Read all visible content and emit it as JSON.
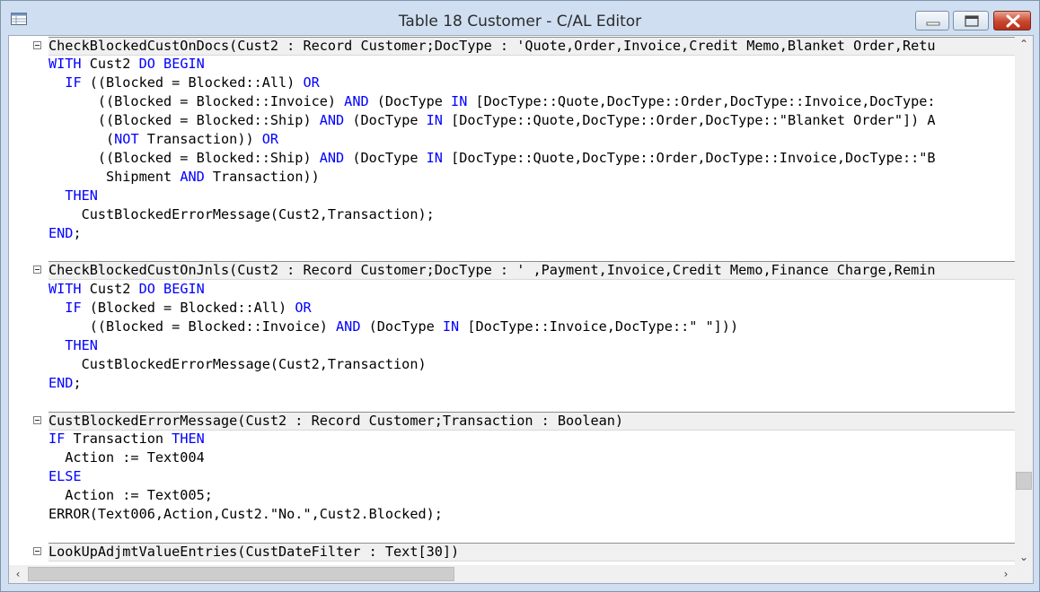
{
  "window": {
    "title": "Table 18 Customer - C/AL Editor",
    "app_icon": "table-icon",
    "buttons": [
      "minimize-icon",
      "maximize-icon",
      "close-icon"
    ],
    "close_color": "#c8452e"
  },
  "colors": {
    "keyword": "#0000ff",
    "text": "#000000",
    "proc_header_bg": "#f0f0f0"
  },
  "code_lines": [
    [
      {
        "t": "CheckBlockedCustOnDocs(Cust2 : Record Customer;DocType : 'Quote,Order,Invoice,Credit Memo,Blanket Order,Retu"
      }
    ],
    [
      {
        "t": "WITH",
        "k": 1
      },
      {
        "t": " Cust2 "
      },
      {
        "t": "DO",
        "k": 1
      },
      {
        "t": " "
      },
      {
        "t": "BEGIN",
        "k": 1
      }
    ],
    [
      {
        "t": "  "
      },
      {
        "t": "IF",
        "k": 1
      },
      {
        "t": " ((Blocked = Blocked::All) "
      },
      {
        "t": "OR",
        "k": 1
      }
    ],
    [
      {
        "t": "      ((Blocked = Blocked::Invoice) "
      },
      {
        "t": "AND",
        "k": 1
      },
      {
        "t": " (DocType "
      },
      {
        "t": "IN",
        "k": 1
      },
      {
        "t": " [DocType::Quote,DocType::Order,DocType::Invoice,DocType:"
      }
    ],
    [
      {
        "t": "      ((Blocked = Blocked::Ship) "
      },
      {
        "t": "AND",
        "k": 1
      },
      {
        "t": " (DocType "
      },
      {
        "t": "IN",
        "k": 1
      },
      {
        "t": " [DocType::Quote,DocType::Order,DocType::\"Blanket Order\"]) A"
      }
    ],
    [
      {
        "t": "       ("
      },
      {
        "t": "NOT",
        "k": 1
      },
      {
        "t": " Transaction)) "
      },
      {
        "t": "OR",
        "k": 1
      }
    ],
    [
      {
        "t": "      ((Blocked = Blocked::Ship) "
      },
      {
        "t": "AND",
        "k": 1
      },
      {
        "t": " (DocType "
      },
      {
        "t": "IN",
        "k": 1
      },
      {
        "t": " [DocType::Quote,DocType::Order,DocType::Invoice,DocType::\"B"
      }
    ],
    [
      {
        "t": "       Shipment "
      },
      {
        "t": "AND",
        "k": 1
      },
      {
        "t": " Transaction))"
      }
    ],
    [
      {
        "t": "  "
      },
      {
        "t": "THEN",
        "k": 1
      }
    ],
    [
      {
        "t": "    CustBlockedErrorMessage(Cust2,Transaction);"
      }
    ],
    [
      {
        "t": "END",
        "k": 1
      },
      {
        "t": ";"
      }
    ],
    [
      {
        "t": ""
      }
    ],
    [
      {
        "t": "CheckBlockedCustOnJnls(Cust2 : Record Customer;DocType : ' ,Payment,Invoice,Credit Memo,Finance Charge,Remin"
      }
    ],
    [
      {
        "t": "WITH",
        "k": 1
      },
      {
        "t": " Cust2 "
      },
      {
        "t": "DO",
        "k": 1
      },
      {
        "t": " "
      },
      {
        "t": "BEGIN",
        "k": 1
      }
    ],
    [
      {
        "t": "  "
      },
      {
        "t": "IF",
        "k": 1
      },
      {
        "t": " (Blocked = Blocked::All) "
      },
      {
        "t": "OR",
        "k": 1
      }
    ],
    [
      {
        "t": "     ((Blocked = Blocked::Invoice) "
      },
      {
        "t": "AND",
        "k": 1
      },
      {
        "t": " (DocType "
      },
      {
        "t": "IN",
        "k": 1
      },
      {
        "t": " [DocType::Invoice,DocType::\" \"]))"
      }
    ],
    [
      {
        "t": "  "
      },
      {
        "t": "THEN",
        "k": 1
      }
    ],
    [
      {
        "t": "    CustBlockedErrorMessage(Cust2,Transaction)"
      }
    ],
    [
      {
        "t": "END",
        "k": 1
      },
      {
        "t": ";"
      }
    ],
    [
      {
        "t": ""
      }
    ],
    [
      {
        "t": "CustBlockedErrorMessage(Cust2 : Record Customer;Transaction : Boolean)"
      }
    ],
    [
      {
        "t": "IF",
        "k": 1
      },
      {
        "t": " Transaction "
      },
      {
        "t": "THEN",
        "k": 1
      }
    ],
    [
      {
        "t": "  Action := Text004"
      }
    ],
    [
      {
        "t": "ELSE",
        "k": 1
      }
    ],
    [
      {
        "t": "  Action := Text005;"
      }
    ],
    [
      {
        "t": "ERROR(Text006,Action,Cust2.\"No.\",Cust2.Blocked);"
      }
    ],
    [
      {
        "t": ""
      }
    ],
    [
      {
        "t": "LookUpAdjmtValueEntries(CustDateFilter : Text[30])"
      }
    ]
  ],
  "proc_header_lines": [
    0,
    12,
    20,
    27
  ]
}
